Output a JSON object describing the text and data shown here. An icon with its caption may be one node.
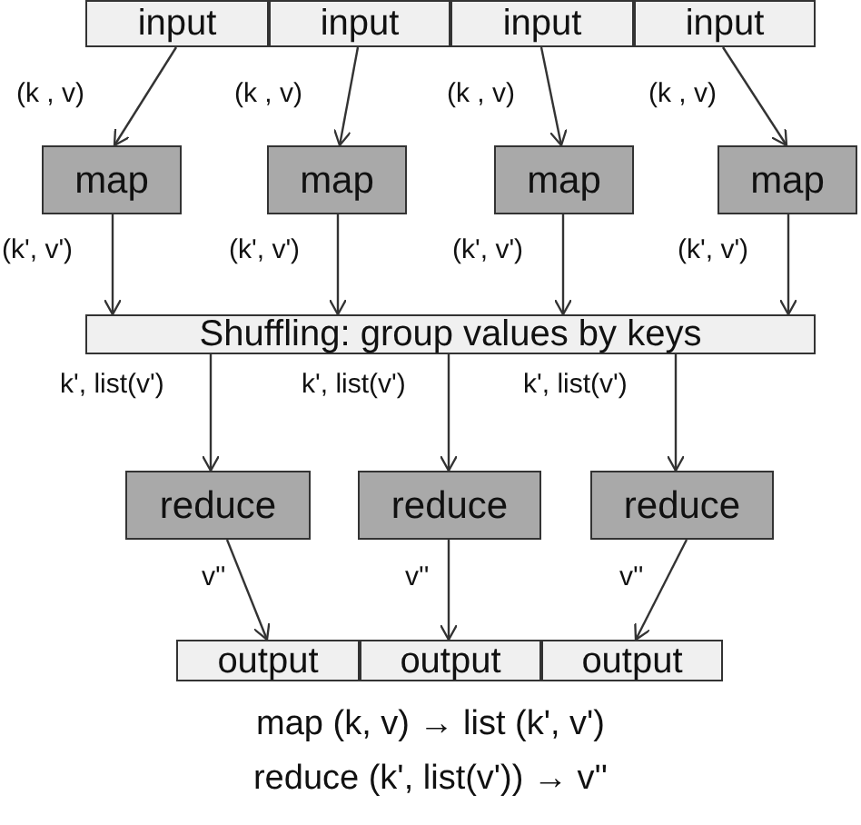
{
  "diagram": {
    "nodes": [
      {
        "text": [
          "input"
        ]
      },
      {
        "text": [
          "input"
        ]
      },
      {
        "text": [
          "input"
        ]
      },
      {
        "text": [
          "input"
        ]
      },
      {
        "text": [
          "map"
        ]
      },
      {
        "text": [
          "map"
        ]
      },
      {
        "text": [
          "map"
        ]
      },
      {
        "text": [
          "map"
        ]
      },
      {
        "text": [
          "Shuffling: group values by keys"
        ]
      },
      {
        "text": [
          "reduce"
        ]
      },
      {
        "text": [
          "reduce"
        ]
      },
      {
        "text": [
          "reduce"
        ]
      },
      {
        "text": [
          "output"
        ]
      },
      {
        "text": [
          "output"
        ]
      },
      {
        "text": [
          "output"
        ]
      }
    ],
    "edges": [
      {
        "from": 0,
        "to": 4,
        "arrow": "to",
        "label": "(k , v)"
      },
      {
        "from": 1,
        "to": 5,
        "arrow": "to",
        "label": "(k , v)"
      },
      {
        "from": 2,
        "to": 6,
        "arrow": "to",
        "label": "(k , v)"
      },
      {
        "from": 3,
        "to": 7,
        "arrow": "to",
        "label": "(k , v)"
      },
      {
        "from": 4,
        "to": 8,
        "arrow": "to",
        "label": "(k', v')"
      },
      {
        "from": 5,
        "to": 8,
        "arrow": "to",
        "label": "(k', v')"
      },
      {
        "from": 6,
        "to": 8,
        "arrow": "to",
        "label": "(k', v')"
      },
      {
        "from": 7,
        "to": 8,
        "arrow": "to",
        "label": "(k', v')"
      },
      {
        "from": 8,
        "to": 9,
        "arrow": "to",
        "label": "k', list(v')"
      },
      {
        "from": 8,
        "to": 10,
        "arrow": "to",
        "label": "k', list(v')"
      },
      {
        "from": 8,
        "to": 11,
        "arrow": "to",
        "label": "k', list(v')"
      },
      {
        "from": 9,
        "to": 12,
        "arrow": "to",
        "label": "v''"
      },
      {
        "from": 10,
        "to": 13,
        "arrow": "to",
        "label": "v''"
      },
      {
        "from": 11,
        "to": 14,
        "arrow": "to",
        "label": "v''"
      }
    ],
    "labels": [
      "map (k, v) → list (k', v')",
      "reduce (k', list(v')) → v''"
    ]
  }
}
